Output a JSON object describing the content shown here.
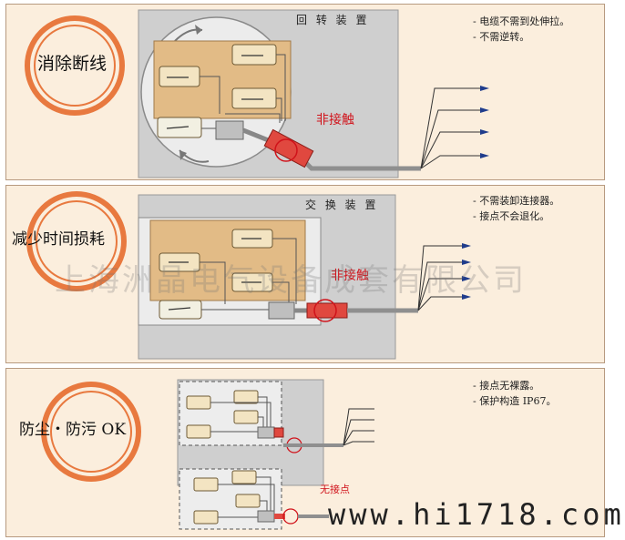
{
  "panels": [
    {
      "title": "消除断线",
      "device_label": "回 转 装 置",
      "callout": "非接触",
      "notes": [
        "电缆不需到处伸拉。",
        "不需逆转。"
      ]
    },
    {
      "title": "减少时间损耗",
      "device_label": "交 换 装 置",
      "callout": "非接触",
      "notes": [
        "不需装卸连接器。",
        "接点不会退化。"
      ]
    },
    {
      "title": "防尘・防污 OK",
      "callout": "无接点",
      "notes": [
        "接点无裸露。",
        "保护构造 IP67。"
      ]
    }
  ],
  "watermark": "上海洲晶电气设备成套有限公司",
  "site_mark": "www.hi1718.com",
  "colors": {
    "accent_ring": "#e8793f",
    "callout_red": "#d0121a",
    "panel_bg": "#fbeedd",
    "device_gray": "#cfcfcf",
    "board_tan": "#e2bb86",
    "arrow_blue": "#1f3c8c"
  }
}
